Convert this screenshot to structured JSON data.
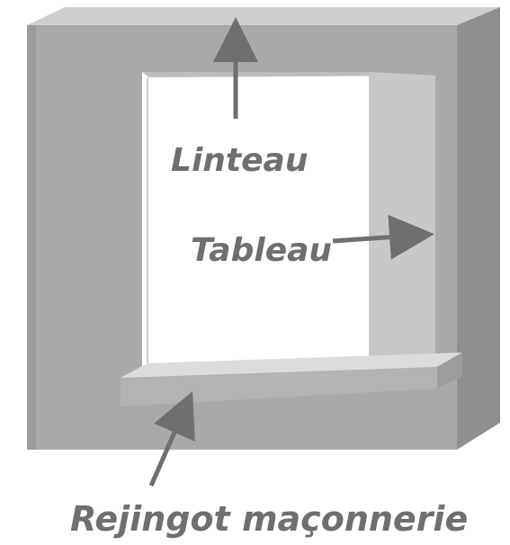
{
  "labels": {
    "lintel": "Linteau",
    "reveal": "Tableau",
    "sill": "Rejingot maçonnerie"
  },
  "colors": {
    "wall_front": "#a9a9a9",
    "wall_top": "#cfcfcf",
    "wall_side": "#8f8f8f",
    "reveal_face": "#c8c8c8",
    "sill_front": "#b3b3b3",
    "sill_top": "#dcdcdc",
    "arrow": "#6f6f6f",
    "label": "#6f6f6f"
  }
}
